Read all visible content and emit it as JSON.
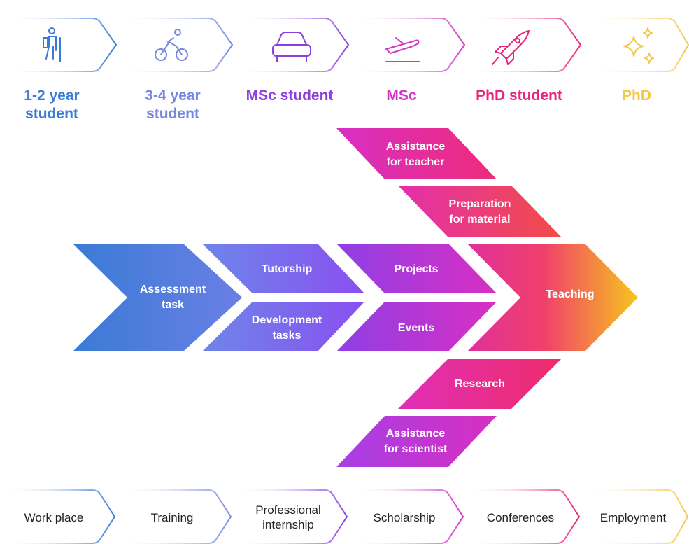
{
  "stages": [
    {
      "label": "1-2 year\nstudent",
      "icon": "hiker-icon",
      "color": "#3a7bd5"
    },
    {
      "label": "3-4 year\nstudent",
      "icon": "bicycle-icon",
      "color": "#7687e3"
    },
    {
      "label": "MSc student",
      "icon": "car-icon",
      "color": "#8b3fe0"
    },
    {
      "label": "MSc",
      "icon": "airplane-icon",
      "color": "#d236c6"
    },
    {
      "label": "PhD student",
      "icon": "rocket-icon",
      "color": "#e8247c"
    },
    {
      "label": "PhD",
      "icon": "sparkles-icon",
      "color": "#f1c84a"
    }
  ],
  "nodes": {
    "assessment": "Assessment\ntask",
    "tutorship": "Tutorship",
    "development": "Development\ntasks",
    "projects": "Projects",
    "events": "Events",
    "teaching": "Teaching",
    "assistance_teacher": "Assistance\nfor teacher",
    "preparation_material": "Preparation\nfor material",
    "research": "Research",
    "assistance_scientist": "Assistance\nfor scientist"
  },
  "bottom": [
    "Work place",
    "Training",
    "Professional\ninternship",
    "Scholarship",
    "Conferences",
    "Employment"
  ],
  "colors": {
    "blue": "#3a7bd5",
    "periwinkle": "#7687e3",
    "purple": "#8b3fe0",
    "magenta": "#d236c6",
    "pink": "#e8247c",
    "orange": "#f08a2a",
    "yellow": "#f1c84a"
  }
}
